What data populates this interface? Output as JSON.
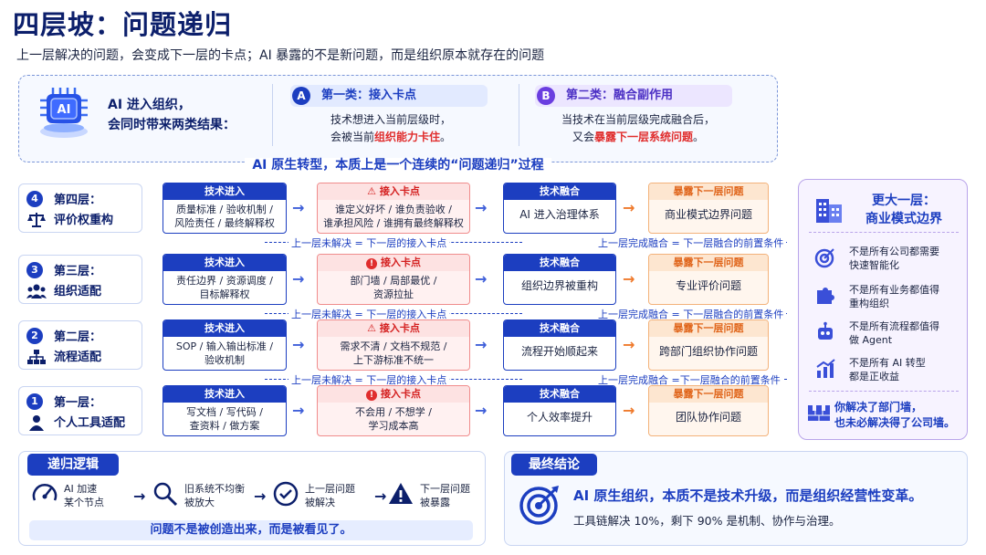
{
  "title": "四层坡：问题递归",
  "subtitle": "上一层解决的问题，会变成下一层的卡点；AI 暴露的不是新问题，而是组织原本就存在的问题",
  "intro": {
    "chip_label": "AI",
    "line1": "AI 进入组织，",
    "line2": "会同时带来两类结果："
  },
  "category_a": {
    "badge": "A",
    "title": "第一类：接入卡点",
    "desc_line1": "技术想进入当前层级时，",
    "desc_line2_prefix": "会被当前",
    "desc_line2_highlight": "组织能力卡住",
    "desc_line2_suffix": "。"
  },
  "category_b": {
    "badge": "B",
    "title": "第二类：融合副作用",
    "desc_line1": "当技术在当前层级完成融合后，",
    "desc_line2_prefix": "又会",
    "desc_line2_highlight": "暴露下一层系统问题",
    "desc_line2_suffix": "。"
  },
  "center_caption": "AI 原生转型，本质上是一个连续的“问题递归”过程",
  "labels": {
    "tech_enter": "技术进入",
    "block": "接入卡点",
    "tech_fuse": "技术融合",
    "expose": "暴露下一层问题"
  },
  "loop_left": "上一层未解决 = 下一层的接入卡点",
  "loop_right": "上一层完成融合 = 下一层融合的前置条件",
  "loop_right_2": "上一层完成融合 =下一层融合的前置条件",
  "layers": [
    {
      "badge": "4",
      "name": "第四层：",
      "sub": "评价权重构",
      "icon": "scale-icon",
      "tech": [
        "质量标准 / 验收机制 /",
        "风险责任 / 最终解释权"
      ],
      "block": [
        "谁定义好坏 / 谁负责验收 /",
        "谁承担风险 / 谁拥有最终解释权"
      ],
      "fuse": "AI 进入治理体系",
      "expose": "商业模式边界问题"
    },
    {
      "badge": "3",
      "name": "第三层：",
      "sub": "组织适配",
      "icon": "team-icon",
      "tech": [
        "责任边界 / 资源调度 /",
        "目标解释权"
      ],
      "block": [
        "部门墙 / 局部最优 /",
        "资源拉扯"
      ],
      "fuse": "组织边界被重构",
      "expose": "专业评价问题"
    },
    {
      "badge": "2",
      "name": "第二层：",
      "sub": "流程适配",
      "icon": "org-chart-icon",
      "tech": [
        "SOP / 输入输出标准 /",
        "验收机制"
      ],
      "block": [
        "需求不清 / 文档不规范 /",
        "上下游标准不统一"
      ],
      "fuse": "流程开始顺起来",
      "expose": "跨部门组织协作问题"
    },
    {
      "badge": "1",
      "name": "第一层：",
      "sub": "个人工具适配",
      "icon": "person-icon",
      "tech": [
        "写文档 / 写代码 /",
        "查资料 / 做方案"
      ],
      "block": [
        "不会用 / 不想学 /",
        "学习成本高"
      ],
      "fuse": "个人效率提升",
      "expose": "团队协作问题"
    }
  ],
  "right_panel": {
    "title_line1": "更大一层：",
    "title_line2": "商业模式边界",
    "items": [
      {
        "icon": "target-icon",
        "line1": "不是所有公司都需要",
        "line2": "快速智能化"
      },
      {
        "icon": "puzzle-icon",
        "line1": "不是所有业务都值得",
        "line2": "重构组织"
      },
      {
        "icon": "robot-icon",
        "line1": "不是所有流程都值得",
        "line2": "做 Agent"
      },
      {
        "icon": "bar-chart-icon",
        "line1": "不是所有 AI 转型",
        "line2": "都是正收益"
      }
    ],
    "footer_line1": "你解决了部门墙，",
    "footer_line2": "也未必解决得了公司墙。"
  },
  "recursion": {
    "title": "递归逻辑",
    "steps": [
      {
        "icon": "gauge-icon",
        "line1": "AI 加速",
        "line2": "某个节点"
      },
      {
        "icon": "magnifier-icon",
        "line1": "旧系统不均衡",
        "line2": "被放大"
      },
      {
        "icon": "check-circle-icon",
        "line1": "上一层问题",
        "line2": "被解决"
      },
      {
        "icon": "warning-icon",
        "line1": "下一层问题",
        "line2": "被暴露"
      }
    ],
    "footer": "问题不是被创造出来，而是被看见了。"
  },
  "conclusion": {
    "title": "最终结论",
    "main": "AI 原生组织，本质不是技术升级，而是组织经营性变革。",
    "sub": "工具链解决 10%，剩下 90% 是机制、协作与治理。"
  },
  "colors": {
    "primary": "#1c3ec0",
    "navy": "#0c1f6b",
    "block_red": "#e02d2d",
    "expose_orange": "#e0661c",
    "panel_purple": "#b9a4ea"
  }
}
